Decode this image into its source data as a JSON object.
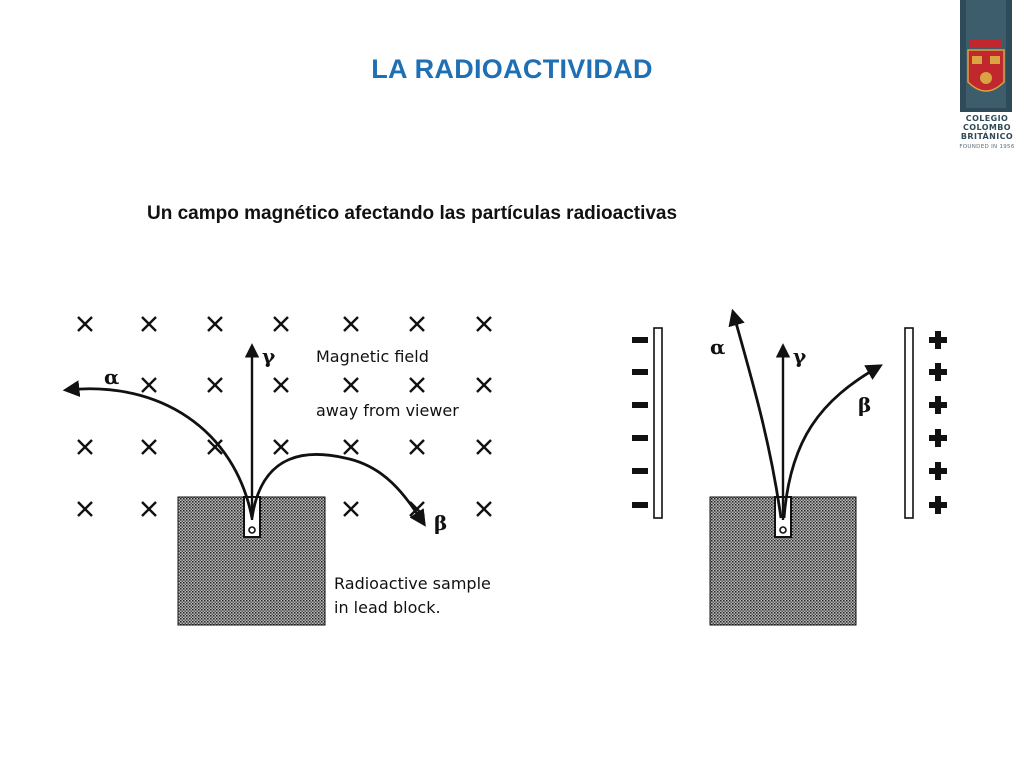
{
  "slide": {
    "title": "LA RADIOACTIVIDAD",
    "subtitle": "Un campo magnético afectando las partículas radioactivas"
  },
  "logo": {
    "line1": "COLEGIO",
    "line2": "COLOMBO",
    "line3": "BRITÁNICO",
    "founded": "FOUNDED IN 1956",
    "colors": {
      "frame": "#2f4a58",
      "shield": "#c0282d",
      "gold": "#d9a441"
    }
  },
  "diagram_left": {
    "field_label_1": "Magnetic field",
    "field_label_2": "away from viewer",
    "sample_label_1": "Radioactive sample",
    "sample_label_2": "in lead block.",
    "alpha": "α",
    "gamma": "γ",
    "beta": "β"
  },
  "diagram_right": {
    "alpha": "α",
    "gamma": "γ",
    "beta": "β",
    "negative_sign": "−",
    "positive_sign": "+"
  }
}
